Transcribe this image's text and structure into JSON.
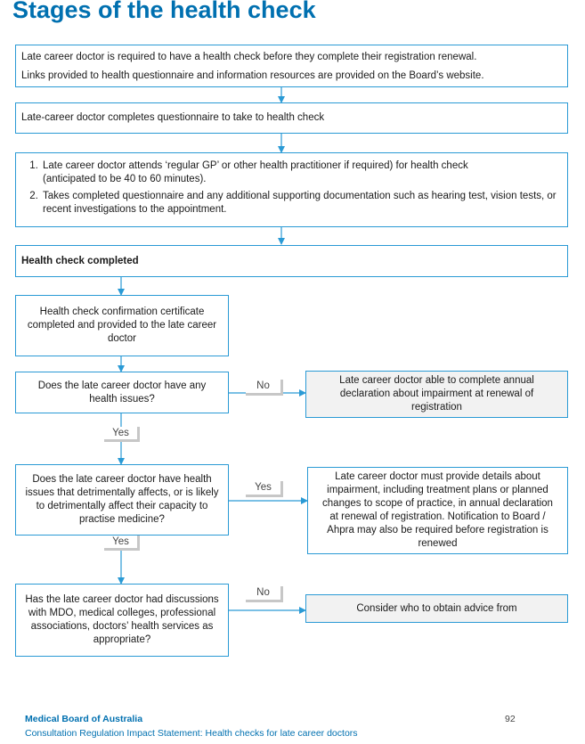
{
  "page": {
    "title": "Stages of the health check",
    "footer": {
      "organisation": "Medical Board of Australia",
      "document": "Consultation Regulation Impact Statement: Health checks for late career doctors",
      "page_number": "92"
    }
  },
  "colors": {
    "accent": "#0070b0",
    "box_border": "#2a9ad5",
    "shaded_box": "#f2f2f2"
  },
  "flow": {
    "step1": {
      "line1": "Late career doctor is required to have a health check before they complete their registration renewal.",
      "line2": "Links provided to health questionnaire and information resources are provided on the Board’s website."
    },
    "step2": {
      "text": "Late-career doctor completes questionnaire to take to health check"
    },
    "step3": {
      "items": [
        {
          "text": "Late career doctor attends ‘regular GP’ or other health practitioner if required) for health check",
          "subtext": "(anticipated to be 40 to 60 minutes)."
        },
        {
          "text": "Takes completed questionnaire and any additional supporting documentation such as hearing test, vision tests, or recent investigations to the appointment."
        }
      ]
    },
    "step4": {
      "text": "Health check completed"
    },
    "step5": {
      "text": "Health check confirmation certificate completed and provided to the late career doctor"
    },
    "decision1": {
      "text": "Does the late career doctor have any health issues?",
      "no_label": "No",
      "yes_label": "Yes"
    },
    "outcome1": {
      "text": "Late career doctor able to complete annual declaration about impairment at renewal of registration"
    },
    "decision2": {
      "text": "Does the late career doctor have health issues that detrimentally affects, or is likely to detrimentally affect their capacity to practise medicine?",
      "yes_right_label": "Yes",
      "yes_down_label": "Yes"
    },
    "outcome2": {
      "text": "Late career doctor must provide details about impairment, including treatment plans or planned changes to scope of practice, in annual declaration at renewal of registration. Notification to Board / Ahpra may also be required before registration is renewed"
    },
    "decision3": {
      "text": "Has the late career doctor had discussions with MDO, medical colleges, professional associations, doctors’ health services as appropriate?",
      "no_label": "No"
    },
    "outcome3": {
      "text": "Consider who to obtain advice from"
    }
  }
}
